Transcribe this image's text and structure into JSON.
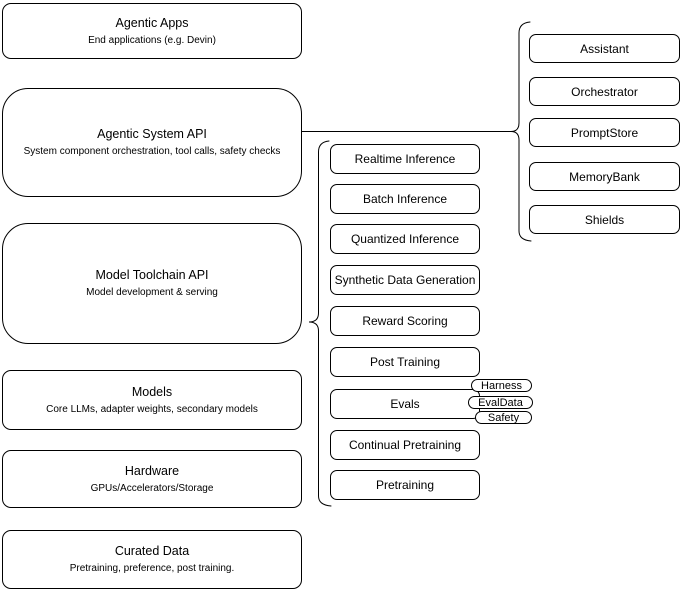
{
  "diagram": {
    "title": "Agentic stack architecture diagram",
    "colors": {
      "background": "#ffffff",
      "stroke": "#000000",
      "box_fill": "#ffffff",
      "text": "#000000"
    },
    "left_column": [
      {
        "title": "Agentic Apps",
        "subtitle": "End applications (e.g. Devin)"
      },
      {
        "title": "Agentic System API",
        "subtitle": "System component orchestration, tool calls, safety checks"
      },
      {
        "title": "Model Toolchain API",
        "subtitle": "Model development & serving"
      },
      {
        "title": "Models",
        "subtitle": "Core LLMs, adapter weights, secondary models"
      },
      {
        "title": "Hardware",
        "subtitle": "GPUs/Accelerators/Storage"
      },
      {
        "title": "Curated Data",
        "subtitle": "Pretraining, preference, post training."
      }
    ],
    "toolchain_items": [
      "Realtime Inference",
      "Batch Inference",
      "Quantized Inference",
      "Synthetic Data Generation",
      "Reward Scoring",
      "Post Training",
      "Evals",
      "Continual Pretraining",
      "Pretraining"
    ],
    "eval_tags": [
      "Harness",
      "EvalData",
      "Safety"
    ],
    "system_components": [
      "Assistant",
      "Orchestrator",
      "PromptStore",
      "MemoryBank",
      "Shields"
    ]
  }
}
